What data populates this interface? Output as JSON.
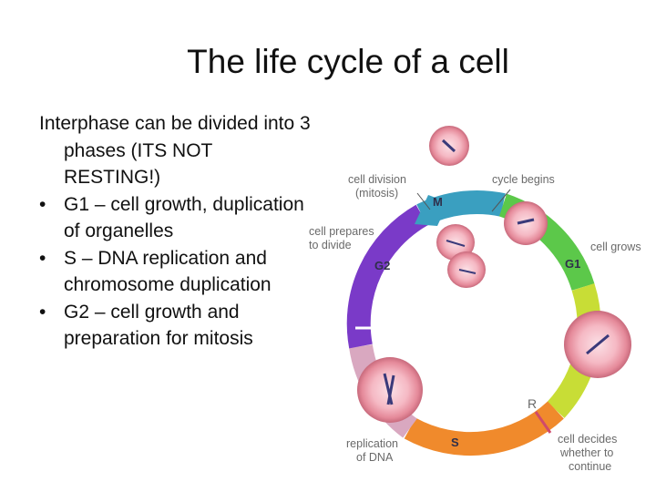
{
  "slide": {
    "title": "The life cycle of a cell",
    "intro": "Interphase can be divided into 3 phases (ITS NOT RESTING!)",
    "bullet_char": "•",
    "bullets": [
      "G1 – cell growth, duplication of organelles",
      "S – DNA replication and chromosome duplication",
      "G2 – cell growth and preparation for mitosis"
    ]
  },
  "diagram": {
    "phase_labels": {
      "m": "M",
      "g1": "G1",
      "g2": "G2",
      "s": "S",
      "r": "R"
    },
    "annotations": {
      "cell_division_1": "cell division",
      "cell_division_2": "(mitosis)",
      "cycle_begins": "cycle begins",
      "cell_prepares_1": "cell prepares",
      "cell_prepares_2": "to divide",
      "cell_grows": "cell grows",
      "replication_1": "replication",
      "replication_2": "of DNA",
      "cell_decides_1": "cell decides",
      "cell_decides_2": "whether to",
      "cell_decides_3": "continue"
    },
    "colors": {
      "m_phase": "#3a9fc0",
      "g1": "#6ac83c",
      "s": "#e88a2a",
      "g2": "#7a3ac8",
      "cell": "#f2a7b3"
    }
  }
}
